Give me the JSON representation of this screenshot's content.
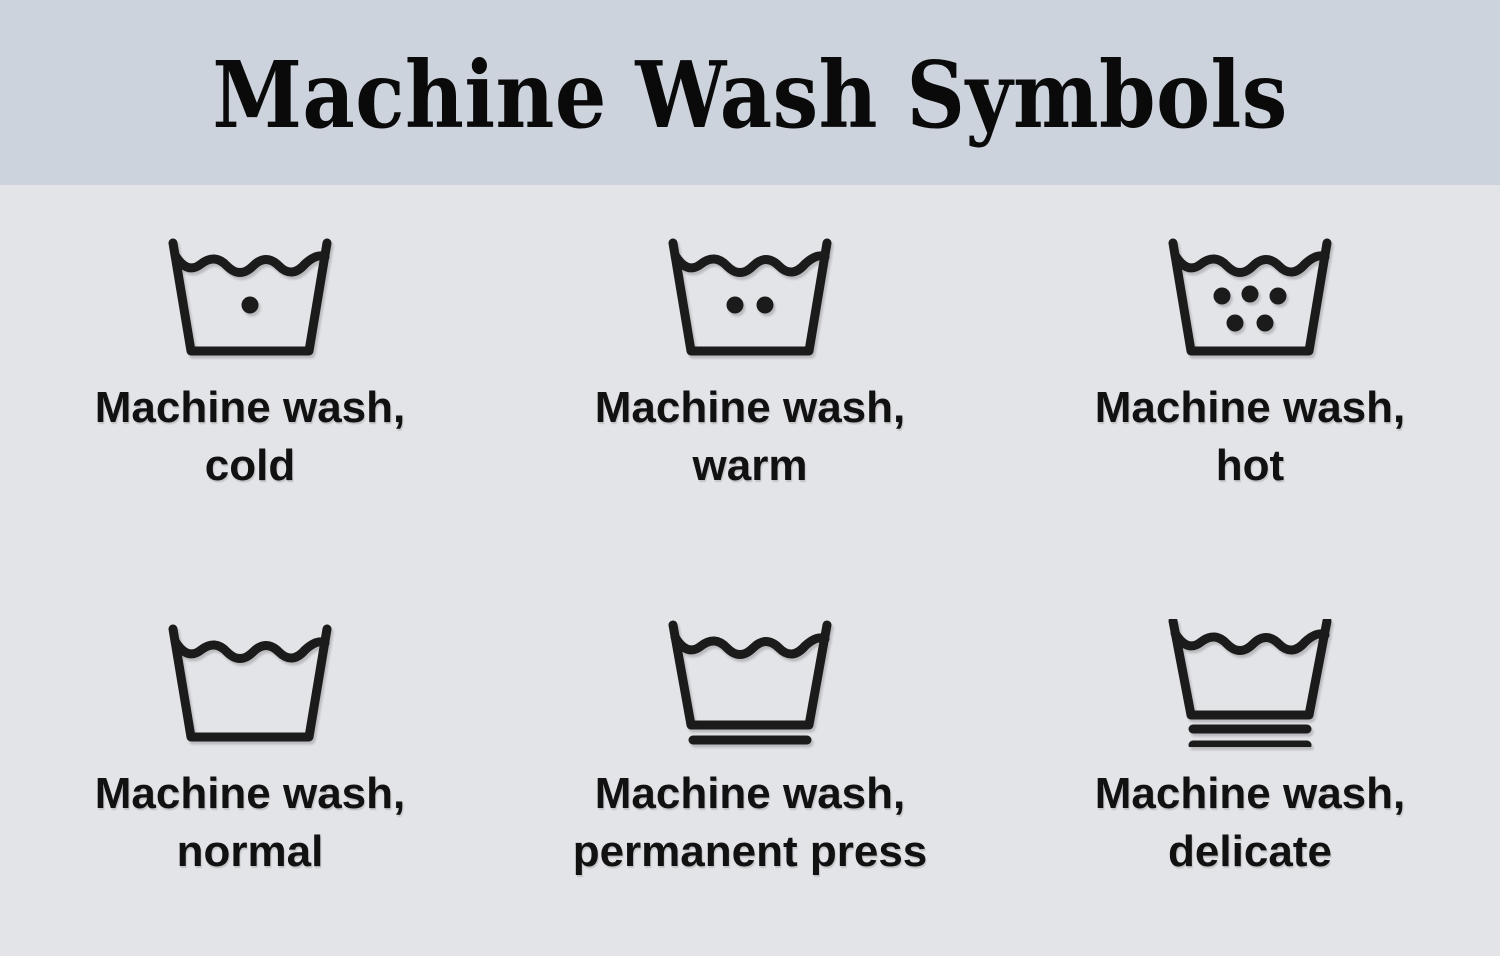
{
  "header": {
    "title": "Machine Wash Symbols",
    "band_color": "#ccd3dd"
  },
  "page": {
    "background_color": "#e3e4e8",
    "ink_color": "#111111"
  },
  "symbols": [
    {
      "label": "Machine wash,\ncold",
      "icon_name": "wash-basin-one-dot-icon",
      "dots": 1,
      "bars": 0,
      "temperature": "cold"
    },
    {
      "label": "Machine wash,\nwarm",
      "icon_name": "wash-basin-two-dots-icon",
      "dots": 2,
      "bars": 0,
      "temperature": "warm"
    },
    {
      "label": "Machine wash,\nhot",
      "icon_name": "wash-basin-five-dots-icon",
      "dots": 5,
      "bars": 0,
      "temperature": "hot"
    },
    {
      "label": "Machine wash,\nnormal",
      "icon_name": "wash-basin-plain-icon",
      "dots": 0,
      "bars": 0,
      "cycle": "normal"
    },
    {
      "label": "Machine wash,\npermanent press",
      "icon_name": "wash-basin-one-bar-icon",
      "dots": 0,
      "bars": 1,
      "cycle": "permanent press"
    },
    {
      "label": "Machine wash,\ndelicate",
      "icon_name": "wash-basin-two-bars-icon",
      "dots": 0,
      "bars": 2,
      "cycle": "delicate"
    }
  ]
}
